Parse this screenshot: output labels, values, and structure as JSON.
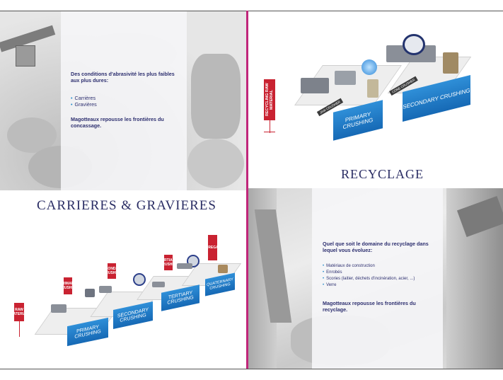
{
  "left_page": {
    "intro_line1": "Des conditions d'abrasivité les plus faibles",
    "intro_line2": "aux plus dures:",
    "items": [
      "Carrières",
      "Gravières"
    ],
    "closing_line1": "Magotteaux repousse les frontières du",
    "closing_line2": "concassage.",
    "title": "CARRIERES & GRAVIERES",
    "diagram": {
      "flags": [
        "RAW MATERIAL",
        "PRIMARY CRUSHER",
        "SECONDARY CRUSHER",
        "TERTIARY CRUSHER",
        "AGGREGATES"
      ],
      "stage_labels": [
        "PRIMARY\nCRUSHING",
        "SECONDARY\nCRUSHING",
        "TERTIARY\nCRUSHING",
        "QUATERNARY\nCRUSHING"
      ]
    }
  },
  "right_page": {
    "diagram": {
      "flag": "RECYCLING RAW MATERIAL",
      "jaw_label": "JAW CRUSHER",
      "cone_label": "CONE CRUSHER",
      "stage1": "PRIMARY CRUSHING",
      "stage2": "SECONDARY CRUSHING"
    },
    "title": "RECYCLAGE",
    "intro_line1": "Quel que soit le domaine du recyclage dans",
    "intro_line2": "lequel vous évoluez:",
    "items": [
      "Matériaux de construction",
      "Enrobés",
      "Scories (laitier, déchets d'incinération, acier, ...)",
      "Verre"
    ],
    "closing_line1": "Magotteaux repousse les frontières du",
    "closing_line2": "recyclage."
  },
  "colors": {
    "spine": "#c0267a",
    "navy": "#2e3070",
    "blue": "#1f87c9",
    "red": "#c92231"
  }
}
